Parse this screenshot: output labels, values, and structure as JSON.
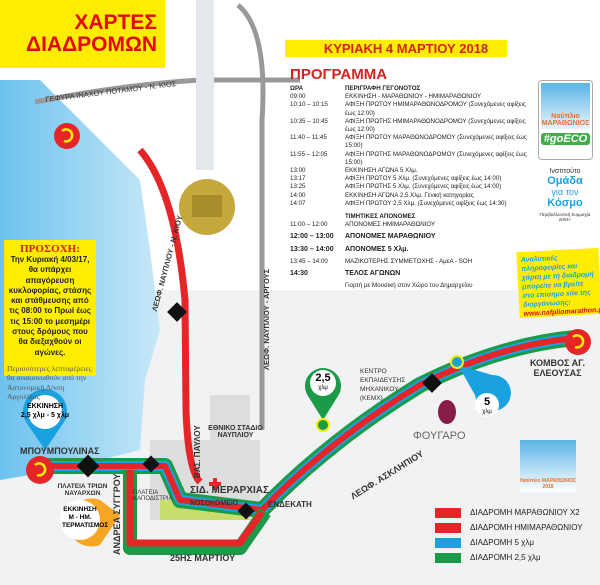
{
  "header": {
    "title_line1": "ΧΑΡΤΕΣ",
    "title_line2": "ΔΙΑΔΡΟΜΩΝ",
    "date": "ΚΥΡΙΑΚΗ 4 ΜΑΡΤΙΟΥ 2018"
  },
  "program": {
    "title": "ΠΡΟΓΡΑΜΜΑ",
    "col_time": "ΩΡΑ",
    "col_desc": "ΠΕΡΙΓΡΑΦΗ ΓΕΓΟΝΟΤΟΣ",
    "rows": [
      {
        "time": "09:00",
        "desc": "ΕΚΚΙΝΗΣΗ - ΜΑΡΑΘΩΝΙΟΥ - ΗΜΙΜΑΡΑΘΩΝΙΟΥ"
      },
      {
        "time": "10:10 – 10:15",
        "desc": "ΑΦΙΞΗ ΠΡΩΤΟΥ ΗΜΙΜΑΡΑΘΩΝΟΔΡΟΜΟΥ (Συνεχόμενες αφίξεις έως 12:00)"
      },
      {
        "time": "10:35 – 10:45",
        "desc": "ΑΦΙΞΗ ΠΡΩΤΗΣ ΗΜΙΜΑΡΑΘΩΝΟΔΡΟΜΟΥ (Συνεχόμενες αφίξεις έως 12:00)"
      },
      {
        "time": "11:40 – 11:45",
        "desc": "ΑΦΙΞΗ ΠΡΩΤΟΥ ΜΑΡΑΘΩΝΟΔΡΟΜΟΥ (Συνεχόμενες αφίξεις έως 15:00)"
      },
      {
        "time": "11:55 – 12:05",
        "desc": "ΑΦΙΞΗ ΠΡΩΤΗΣ ΜΑΡΑΘΩΝΟΔΡΟΜΟΥ (Συνεχόμενες αφίξεις έως 15:00)"
      },
      {
        "time": "13:00",
        "desc": "ΕΚΚΙΝΗΣΗ ΑΓΩΝΑ 5 Χλμ."
      },
      {
        "time": "13:17",
        "desc": "ΑΦΙΞΗ ΠΡΩΤΟΥ 5 Χλμ. (Συνεχόμενες αφίξεις έως 14:00)"
      },
      {
        "time": "13:25",
        "desc": "ΑΦΙΞΗ ΠΡΩΤΗΣ 5 Χλμ. (Συνεχόμενες αφίξεις έως 14:00)"
      },
      {
        "time": "14:00",
        "desc": "ΕΚΚΙΝΗΣΗ ΑΓΩΝΑ 2,5 Χλμ. Γενική κατηγορίας"
      },
      {
        "time": "14:07",
        "desc": "ΑΦΙΞΗ ΠΡΩΤΟΥ 2,5 Χλμ. (Συνεχόμενες αφίξεις έως 14:30)"
      }
    ],
    "awards_title": "ΤΙΜΗΤΙΚΕΣ ΑΠΟΝΟΜΕΣ",
    "awards": [
      {
        "time": "11:00 – 12:00",
        "desc": "ΑΠΟΝΟΜΕΣ ΗΜΙΜΑΡΑΘΩΝΙΟΥ",
        "bold": false
      },
      {
        "time": "12:00 – 13:00",
        "desc": "ΑΠΟΝΟΜΕΣ ΜΑΡΑΘΩΝΙΟΥ",
        "bold": true
      },
      {
        "time": "13:30 – 14:00",
        "desc": "ΑΠΟΝΟΜΕΣ 5 Χλμ.",
        "bold": true
      },
      {
        "time": "13:45 – 14:00",
        "desc": "ΜΑΖΙΚΟΤΕΡΗΣ ΣΥΜΜΕΤΟΧΗΣ - ΑμεΑ - SOH",
        "bold": false
      },
      {
        "time": "14:30",
        "desc": "ΤΕΛΟΣ ΑΓΩΝΩΝ",
        "bold": true
      }
    ],
    "closing_note": "Γιορτή με Μουσική στον Χώρο του Δημαρχείου"
  },
  "warning": {
    "title": "ΠΡΟΣΟΧΗ:",
    "body": "Την Κυριακή 4/03/17, θα υπάρχει απαγόρευση κυκλοφορίας, στάσης και στάθμευσης από τις 08:00 το Πρωί έως τις 15:00 το μεσημέρι στους δρόμους που θα διεξαχθούν οι αγώνες.",
    "note": "Περισσότερες λεπτομέρειες θα ανακοινωθούν από την Αστυνομική Δ/νση Αργολίδας"
  },
  "info_box": {
    "text": "Αναλυτικές πληροφορίες και χάρτη με τη διαδρομή μπορείτε να βρείτε στο επίσημο site της διοργάνωσης:",
    "url": "www.nafpliomarathon.gr"
  },
  "sponsors": {
    "nafplio_logo": "Ναύπλιο ΜΑΡΑΘΩΝΙΟΣ",
    "goeco": "#goECO",
    "institute_line1": "Ινστιτούτο",
    "institute_line2": "Ομάδα",
    "institute_line3": "για τον",
    "institute_line4": "Κόσμο",
    "institute_caption": "Περιβαλλοντική Συμμαχία 2004+",
    "bottom_logo": "Ναύπλιο ΜΑΡΑΘΩΝΙΟΣ 2018",
    "fougaro": "ΦΟΥΓΑΡΟ"
  },
  "map_labels": {
    "bridge": "ΓΕΦΥΡΑ ΙΝΑΧΟΥ ΠΟΤΑΜΟΥ - Ν. ΚΙΟΣ",
    "nafplio_kios": "ΛΕΩΦ. ΝΑΥΠΛΙΟΥ - Ν. ΚΙΟΥ",
    "nafplio_argos": "ΛΕΩΦ. ΝΑΥΠΛΙΟΥ - ΑΡΓΟΥΣ",
    "vas_pavlou": "ΒΑΣ. ΠΑΥΛΟΥ",
    "stadium": "ΕΘΝΙΚΟ ΣΤΑΔΙΟ ΝΑΥΠΛΙΟΥ",
    "bouboulinas": "ΜΠΟΥΜΠΟΥΛΙΝΑΣ",
    "trion_navarhon": "ΠΛΑΤΕΙΑ ΤΡΙΩΝ ΝΑΥΑΡΧΩΝ",
    "kapodistria": "ΠΛΑΤΕΙΑ ΚΑΠΟΔΙΣΤΡΙΑ",
    "syggrou": "ΑΝΔΡΕΑ ΣΥΓΓΡΟΥ",
    "sid_merarchias": "ΣΙΔ. ΜΕΡΑΡΧΙΑΣ",
    "endekati": "ΕΝΔΕΚΑΤΗ",
    "25is_martiou": "25ΗΣ ΜΑΡΤΙΟΥ",
    "hospital": "ΝΟΣΟΚΟΜΕΙΟ",
    "asklipiou": "ΛΕΩΦ. ΑΣΚΛΗΠΙΟΥ",
    "kemx": "ΚΕΝΤΡΟ ΕΚΠΑΙΔΕΥΣΗΣ ΜΗΧΑΝΙΚΟΥ (ΚΕΜΧ)",
    "komvos": "ΚΟΜΒΟΣ ΑΓ. ΕΛΕΟΥΣΑΣ",
    "start_short_title": "ΕΚΚΙΝΗΣΗ",
    "start_short_sub": "2,5 χλμ - 5 χλμ",
    "start_main": "ΕΚΚΙΝΗΣΗ Μ - ΗΜ. ΤΕΡΜΑΤΙΣΜΟΣ",
    "pin_25_value": "2,5",
    "pin_25_unit": "χλμ",
    "pin_5_value": "5",
    "pin_5_unit": "χλμ"
  },
  "legend": [
    {
      "label": "ΔΙΑΔΡΟΜΗ ΜΑΡΑΘΩΝΙΟΥ Χ2",
      "color": "#e52528"
    },
    {
      "label": "ΔΙΑΔΡΟΜΗ ΗΜΙΜΑΡΑΘΩΝΙΟΥ",
      "color": "#e52528"
    },
    {
      "label": "ΔΙΑΔΡΟΜΗ 5 χλμ",
      "color": "#1aa1e0"
    },
    {
      "label": "ΔΙΑΔΡΟΜΗ 2,5 χλμ",
      "color": "#1b9a48"
    }
  ],
  "colors": {
    "red": "#e52528",
    "blue": "#1aa1e0",
    "green": "#1b9a48",
    "yellow": "#ffed00",
    "orange": "#f5a623",
    "sea": "#8fd0f0"
  }
}
